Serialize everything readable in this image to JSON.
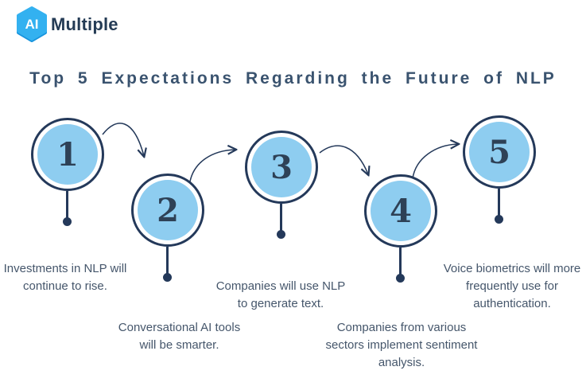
{
  "logo": {
    "icon_text": "AI",
    "brand": "Multiple"
  },
  "title": "Top 5 Expectations Regarding the Future of NLP",
  "colors": {
    "logo_blue": "#33b1f0",
    "logo_blue_shadow": "#1794dd",
    "navy": "#24395a",
    "circle_fill": "#8ecdf0",
    "number_color": "#2e4156",
    "title_color": "#3a536f",
    "label_color": "#45566b",
    "background": "#ffffff"
  },
  "steps": [
    {
      "number": "1",
      "label": "Investments in NLP will\ncontinue to rise."
    },
    {
      "number": "2",
      "label": "Conversational AI tools\nwill be smarter."
    },
    {
      "number": "3",
      "label": "Companies will use NLP\nto generate text."
    },
    {
      "number": "4",
      "label": "Companies from various\nsectors implement sentiment\nanalysis."
    },
    {
      "number": "5",
      "label": "Voice biometrics will more\nfrequently use for\nauthentication."
    }
  ]
}
